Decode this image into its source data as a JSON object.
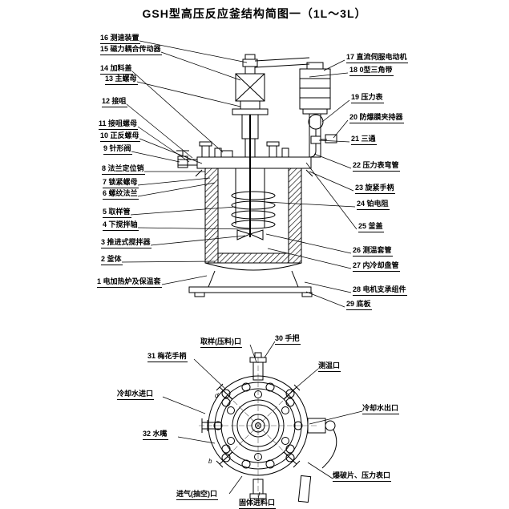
{
  "title": "GSH型高压反应釜结构简图一（1L～3L）",
  "side_view": {
    "labels_left": [
      "16 测速装置",
      "15 磁力耦合传动器",
      "14 加料盖",
      "13 主螺母",
      "12 接咀",
      "11 接咀螺母",
      "10 正反螺母",
      "9 针形阀",
      "8 法兰定位销",
      "7 锁紧螺母",
      "6 螺纹法兰",
      "5 取样管",
      "4 下搅拌轴",
      "3 推进式搅拌器",
      "2 釜体",
      "1 电加热炉及保温套"
    ],
    "labels_right": [
      "17 直流伺服电动机",
      "18 0型三角带",
      "19 压力表",
      "20 防爆膜夹持器",
      "21 三通",
      "22 压力表弯管",
      "23 旋紧手柄",
      "24 铂电阻",
      "25 釜盖",
      "26 测温套管",
      "27 内冷却盘管",
      "28 电机支承组件",
      "29 底板"
    ]
  },
  "top_view": {
    "labels": [
      "取样(压料)口",
      "30 手把",
      "31 梅花手柄",
      "测温口",
      "冷却水进口",
      "冷却水出口",
      "32 水嘴",
      "爆破片、压力表口",
      "进气(抽空)口",
      "固体进料口"
    ],
    "dim_letters": {
      "d": "d",
      "b": "b"
    }
  },
  "colors": {
    "line": "#000000",
    "background": "#ffffff"
  }
}
